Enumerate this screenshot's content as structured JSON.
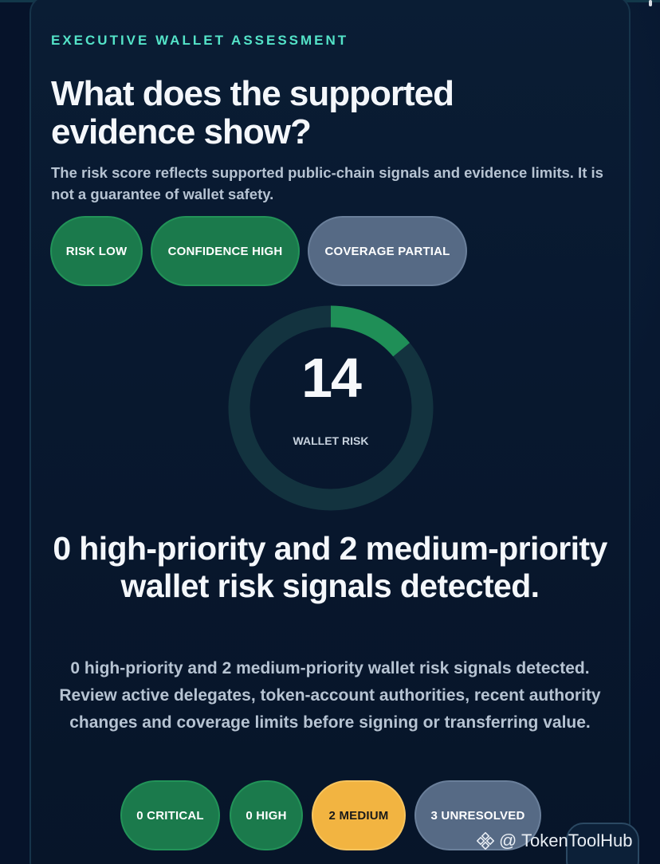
{
  "header": {
    "eyebrow": "EXECUTIVE WALLET ASSESSMENT",
    "title": "What does the supported evidence show?",
    "subtitle": "The risk score reflects supported public-chain signals and evidence limits. It is not a guarantee of wallet safety."
  },
  "status_pills": [
    {
      "label": "RISK LOW",
      "tone": "green"
    },
    {
      "label": "CONFIDENCE HIGH",
      "tone": "green"
    },
    {
      "label": "COVERAGE PARTIAL",
      "tone": "slate"
    }
  ],
  "gauge": {
    "value": "14",
    "fraction": 0.14,
    "label": "WALLET RISK"
  },
  "summary": {
    "title": "0 high-priority and 2 medium-priority wallet risk signals detected.",
    "body": "0 high-priority and 2 medium-priority wallet risk signals detected. Review active delegates, token-account authorities, recent authority changes and coverage limits before signing or transferring value."
  },
  "count_pills": [
    {
      "label": "0 CRITICAL",
      "tone": "green"
    },
    {
      "label": "0 HIGH",
      "tone": "green"
    },
    {
      "label": "2 MEDIUM",
      "tone": "amber"
    },
    {
      "label": "3 UNRESOLVED",
      "tone": "slate"
    }
  ],
  "watermark": {
    "text": "@ TokenToolHub",
    "icon": "binance-icon"
  },
  "colors": {
    "accent_teal": "#54e3c8",
    "risk_green": "#1b7a4c",
    "slate": "#566a85",
    "amber": "#f2b441",
    "gauge_track": "#13333f",
    "gauge_fill": "#1f8f57"
  }
}
